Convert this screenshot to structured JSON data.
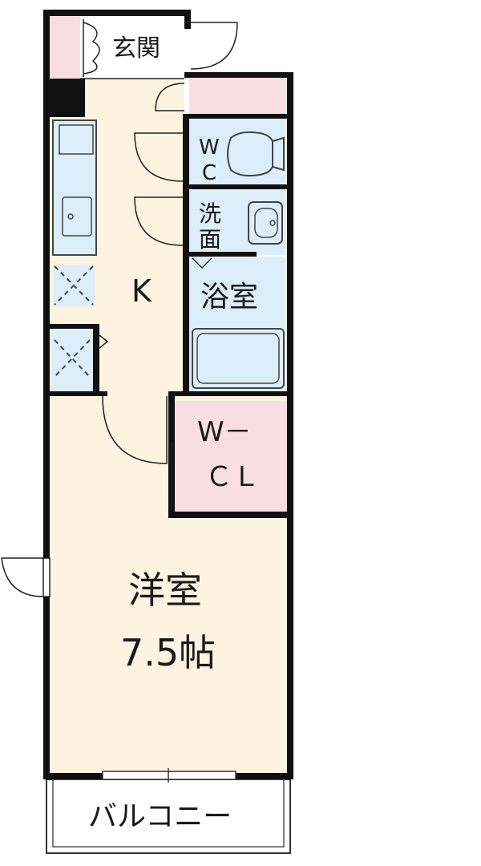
{
  "rooms": {
    "genkan": "玄関",
    "wc_top": "W",
    "wc_bottom": "C",
    "senmen_top": "洗",
    "senmen_bottom": "面",
    "kitchen": "K",
    "bath": "浴室",
    "wcl_top": "W－",
    "wcl_bottom": "ＣＬ",
    "youshitsu": "洋室",
    "youshitsu_size": "7.5帖",
    "balcony": "バルコニー"
  },
  "colors": {
    "floor": "#fdf3e1",
    "wet": "#dceefa",
    "pink": "#f9dde5",
    "wall": "#111111",
    "fixture": "#444444"
  }
}
